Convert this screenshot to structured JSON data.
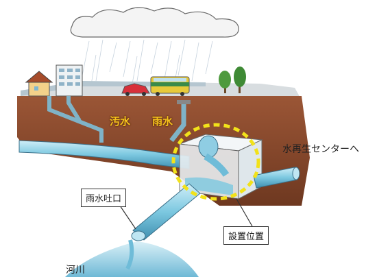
{
  "labels": {
    "wastewater": "汚水",
    "rainwater": "雨水",
    "to_center": "水再生センターへ",
    "outlet": "雨水吐口",
    "install_position": "設置位置",
    "river": "河川"
  },
  "colors": {
    "soil": "#8a4a2c",
    "water": "#7cc8e0",
    "highlight_ring": "#f2e21a",
    "label_yellow": "#f6c21c"
  }
}
